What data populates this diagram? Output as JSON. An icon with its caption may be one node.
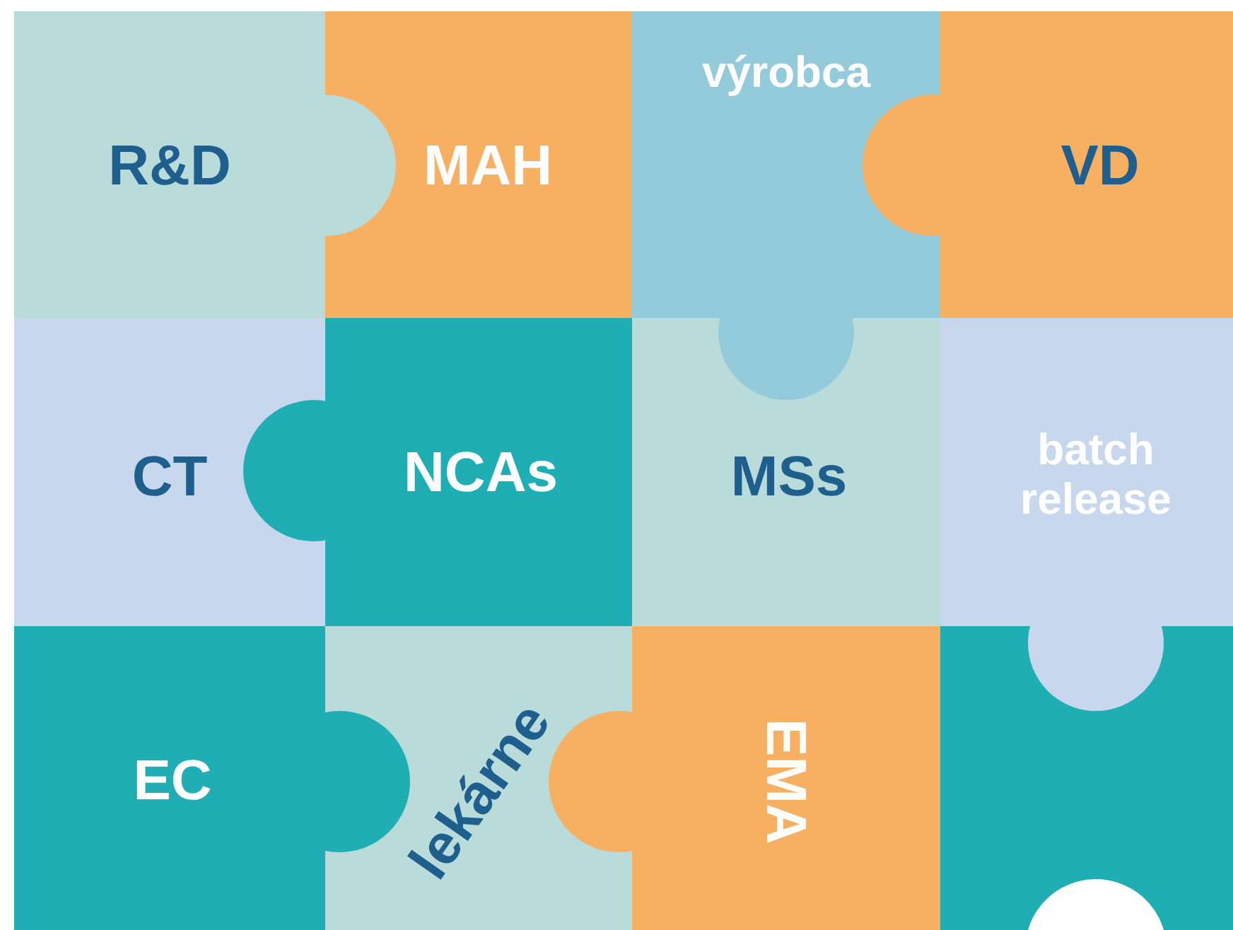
{
  "diagram": {
    "nodes": [
      {
        "text": [
          "R&D"
        ]
      },
      {
        "text": [
          "MAH"
        ]
      },
      {
        "text": [
          "výrobca"
        ]
      },
      {
        "text": [
          "VD"
        ]
      },
      {
        "text": [
          "CT"
        ]
      },
      {
        "text": [
          "NCAs"
        ]
      },
      {
        "text": [
          "MSs"
        ]
      },
      {
        "text": [
          "batch release"
        ]
      },
      {
        "text": [
          "EC"
        ]
      },
      {
        "text": [
          "lekárne"
        ]
      },
      {
        "text": [
          "EMA"
        ]
      },
      {
        "text": [],
        "shape": "box"
      }
    ]
  }
}
